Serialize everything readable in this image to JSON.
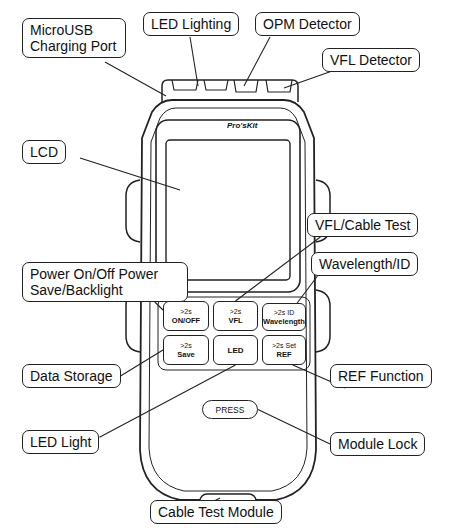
{
  "diagram": {
    "nodes": [
      {
        "text": [
          "MicroUSB Charging Port"
        ]
      },
      {
        "text": [
          "LED Lighting"
        ]
      },
      {
        "text": [
          "OPM Detector"
        ]
      },
      {
        "text": [
          "VFL Detector"
        ]
      },
      {
        "text": [
          "LCD"
        ]
      },
      {
        "text": [
          "VFL/Cable Test"
        ]
      },
      {
        "text": [
          "Wavelength/ID"
        ]
      },
      {
        "text": [
          "Power On/Off Power Save/Backlight"
        ]
      },
      {
        "text": [
          ">2s",
          "ON/OFF"
        ]
      },
      {
        "text": [
          ">2s",
          "VFL"
        ]
      },
      {
        "text": [
          ">2s ID",
          "Wavelength"
        ]
      },
      {
        "text": [
          ">2s",
          "Save"
        ]
      },
      {
        "text": [
          "LED"
        ]
      },
      {
        "text": [
          ">2s Set",
          "REF"
        ]
      },
      {
        "text": [
          "Data Storage"
        ]
      },
      {
        "text": [
          "REF Function"
        ]
      },
      {
        "text": [
          "PRESS"
        ]
      },
      {
        "text": [
          "LED Light"
        ]
      },
      {
        "text": [
          "Module Lock"
        ]
      },
      {
        "text": [
          "Cable Test Module"
        ]
      }
    ],
    "edges": [
      {
        "from": 5,
        "to": 9,
        "arrow": "none"
      },
      {
        "from": 6,
        "to": 10,
        "arrow": "none"
      },
      {
        "from": 7,
        "to": 8,
        "arrow": "none"
      },
      {
        "from": 14,
        "to": 11,
        "arrow": "none"
      },
      {
        "from": 15,
        "to": 13,
        "arrow": "none"
      },
      {
        "from": 17,
        "to": 12,
        "arrow": "none"
      },
      {
        "from": 18,
        "to": 16,
        "arrow": "none"
      }
    ],
    "labels": [
      "Pro'sKit"
    ]
  }
}
